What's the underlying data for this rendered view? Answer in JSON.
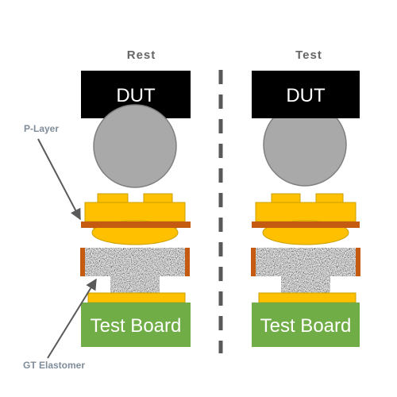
{
  "columns": [
    {
      "title": "Rest",
      "dut_label": "DUT",
      "board_label": "Test Board"
    },
    {
      "title": "Test",
      "dut_label": "DUT",
      "board_label": "Test Board"
    }
  ],
  "callouts": {
    "p_layer": "P-Layer",
    "gt_elastomer": "GT Elastomer"
  },
  "colors": {
    "dut": "#000000",
    "ball": "#a9a9a9",
    "gold": "#ffc000",
    "p_layer": "#c55a11",
    "board": "#70ad47",
    "divider": "#595959",
    "callout_text": "#7f8c99",
    "header_text": "#666666",
    "arrow": "#5a5a5a"
  }
}
